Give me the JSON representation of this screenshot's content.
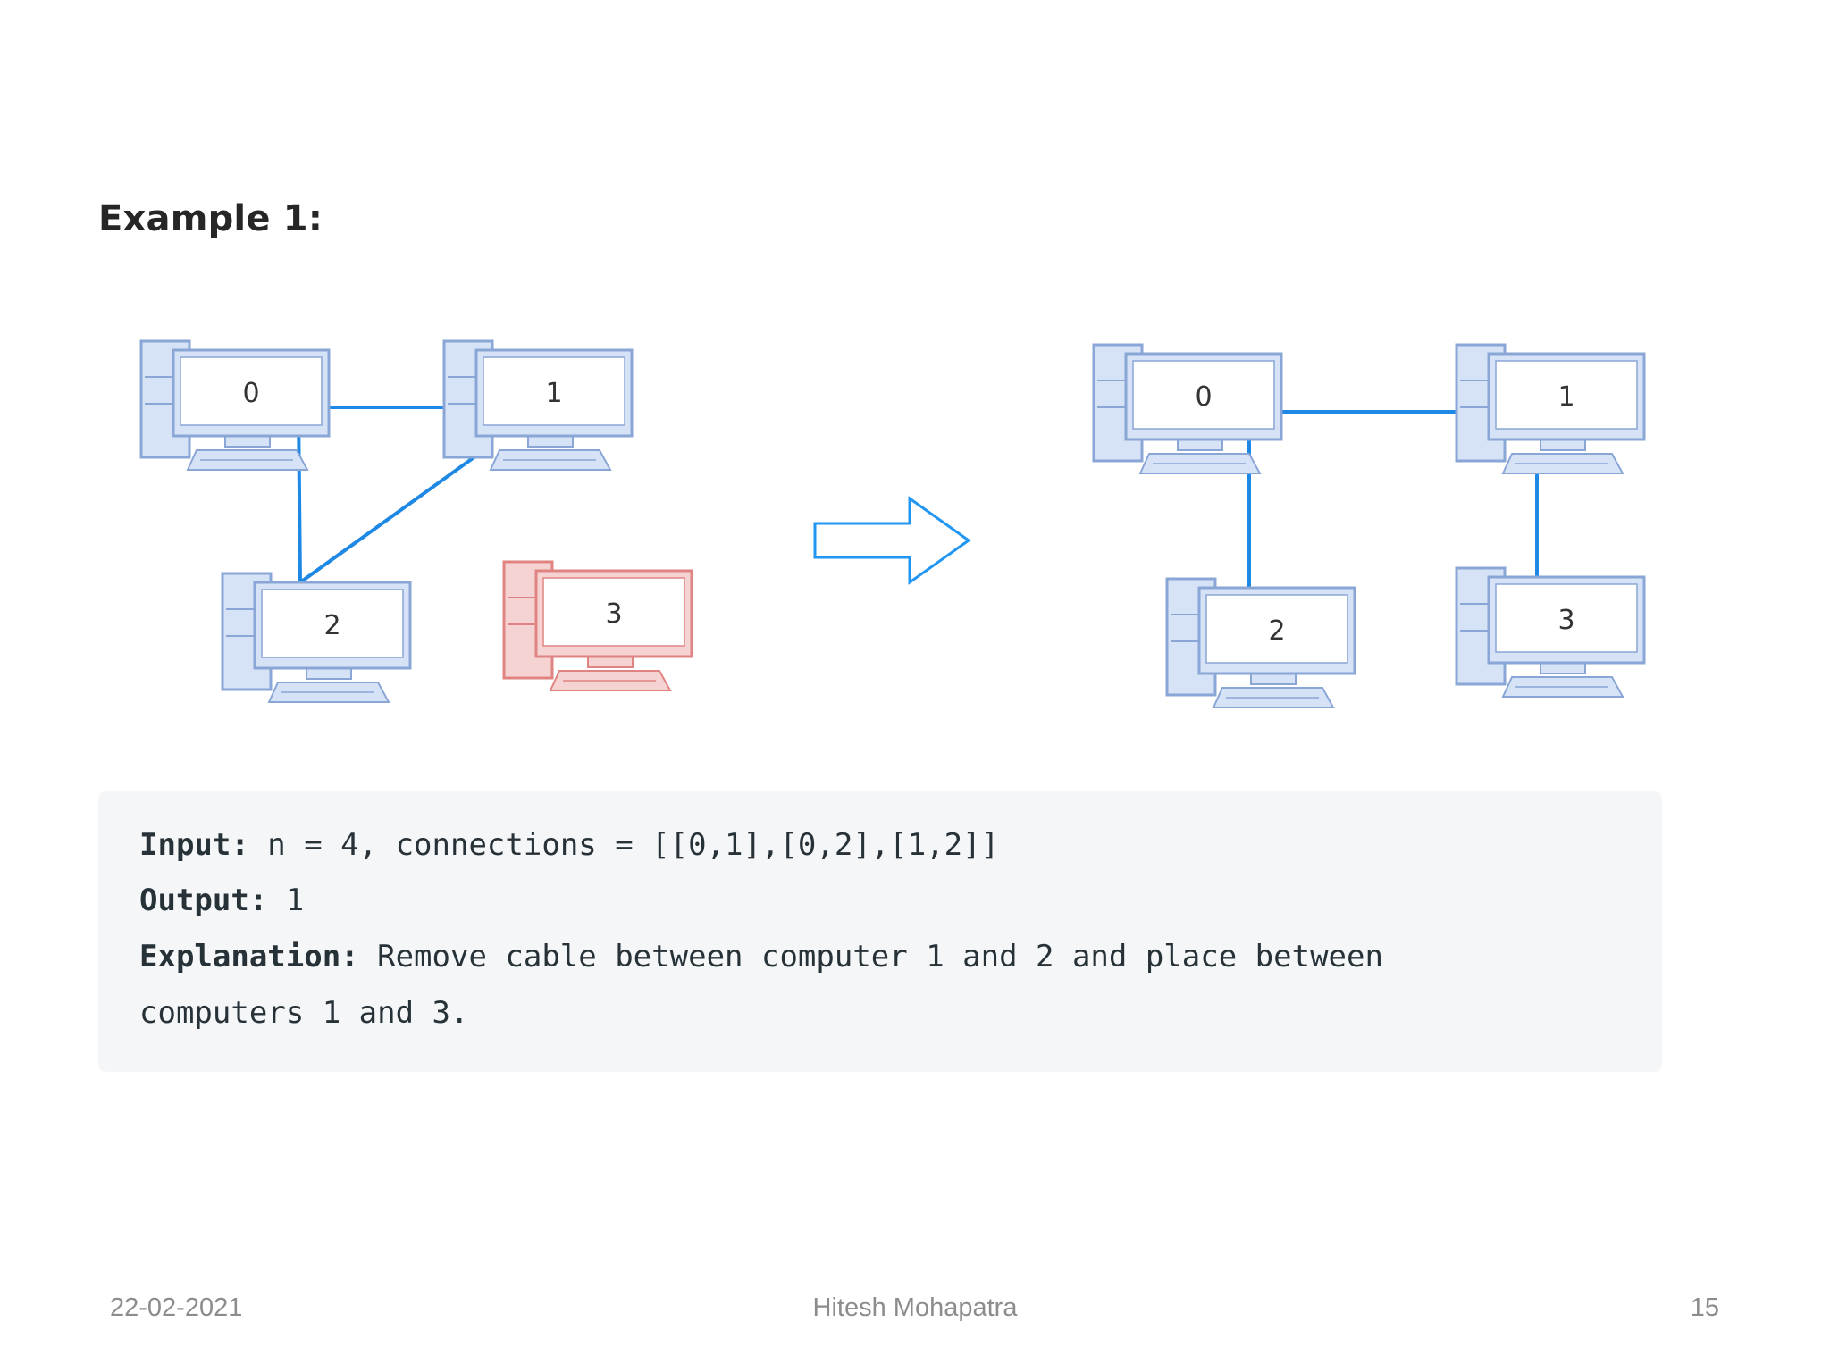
{
  "heading": "Example 1:",
  "colors": {
    "cable": "#1e88e5",
    "computer_fill": "#d6e3f6",
    "computer_stroke": "#8aa6d6",
    "disconnected_fill": "#f6d3d3",
    "disconnected_stroke": "#e08383",
    "arrow": "#2196f3"
  },
  "diagram": {
    "before": {
      "computers": [
        {
          "label": "0",
          "state": "connected"
        },
        {
          "label": "1",
          "state": "connected"
        },
        {
          "label": "2",
          "state": "connected"
        },
        {
          "label": "3",
          "state": "disconnected"
        }
      ],
      "connections": [
        [
          "0",
          "1"
        ],
        [
          "0",
          "2"
        ],
        [
          "1",
          "2"
        ]
      ]
    },
    "arrow_icon": "right-arrow-icon",
    "after": {
      "computers": [
        {
          "label": "0",
          "state": "connected"
        },
        {
          "label": "1",
          "state": "connected"
        },
        {
          "label": "2",
          "state": "connected"
        },
        {
          "label": "3",
          "state": "connected"
        }
      ],
      "connections": [
        [
          "0",
          "1"
        ],
        [
          "0",
          "2"
        ],
        [
          "1",
          "3"
        ]
      ]
    }
  },
  "example": {
    "input_label": "Input:",
    "input_value": " n = 4, connections = [[0,1],[0,2],[1,2]]",
    "output_label": "Output:",
    "output_value": " 1",
    "explanation_label": "Explanation:",
    "explanation_value": " Remove cable between computer 1 and 2 and place between",
    "explanation_cont": "computers 1 and 3."
  },
  "footer": {
    "date": "22-02-2021",
    "author": "Hitesh Mohapatra",
    "page": "15"
  }
}
